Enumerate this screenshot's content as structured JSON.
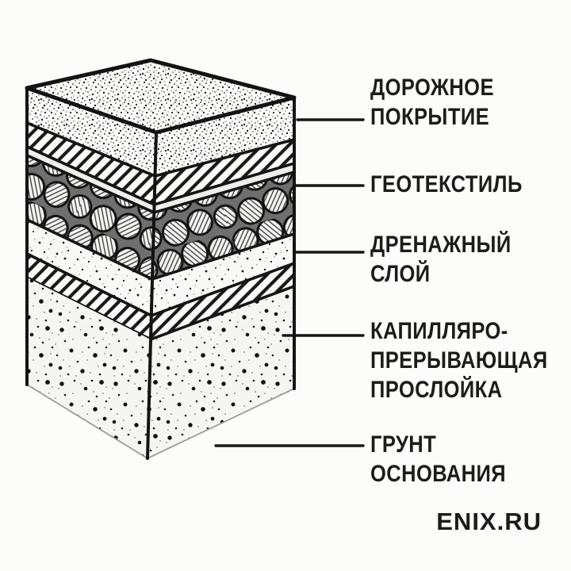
{
  "diagram": {
    "colors": {
      "ink": "#1a1a19",
      "background": "#fcfcfa",
      "stone_gap_shade": "#6f6f6f"
    },
    "watermark": "ENIX.RU",
    "labels": [
      {
        "id": "road-surface",
        "lines": [
          "ДОРОЖНОЕ",
          "ПОКРЫТИЕ"
        ]
      },
      {
        "id": "geotextile",
        "lines": [
          "ГЕОТЕКСТИЛЬ"
        ]
      },
      {
        "id": "drainage",
        "lines": [
          "ДРЕНАЖНЫЙ",
          "СЛОЙ"
        ]
      },
      {
        "id": "capillary",
        "lines": [
          "КАПИЛЛЯРО-",
          "ПРЕРЫВАЮЩАЯ",
          "ПРОСЛОЙКА"
        ]
      },
      {
        "id": "subgrade",
        "lines": [
          "ГРУНТ",
          "ОСНОВАНИЯ"
        ]
      }
    ],
    "block_layers": [
      {
        "name": "road-surface",
        "texture": "dense-stipple"
      },
      {
        "name": "asphalt-base-course",
        "texture": "diagonal-hatch"
      },
      {
        "name": "geotextile",
        "texture": "smooth-white-strip"
      },
      {
        "name": "drainage-layer",
        "texture": "packed-hatched-stones"
      },
      {
        "name": "capillary-breaking-interlayer",
        "texture": "fine-stipple"
      },
      {
        "name": "hatched-interlayer",
        "texture": "diagonal-hatch"
      },
      {
        "name": "subgrade-soil",
        "texture": "coarse-dots"
      }
    ]
  }
}
